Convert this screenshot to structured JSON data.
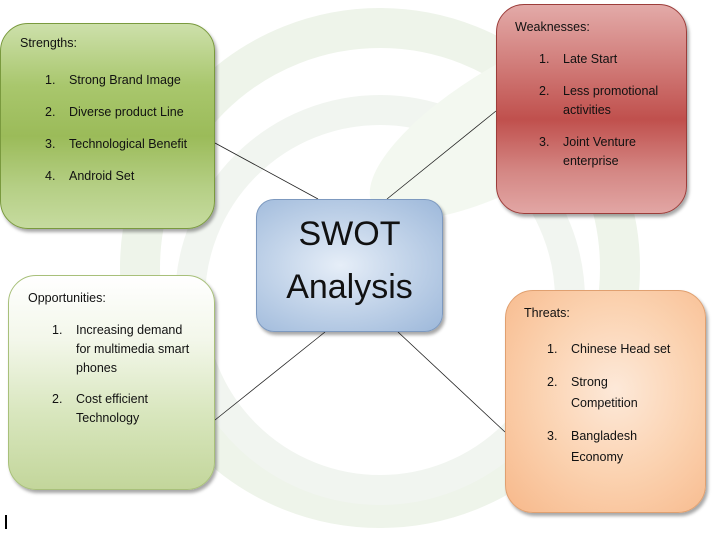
{
  "center": {
    "line1": "SWOT",
    "line2": "Analysis"
  },
  "strengths": {
    "title": "Strengths:",
    "items": [
      {
        "num": "1.",
        "text": "Strong Brand Image"
      },
      {
        "num": "2.",
        "text": "Diverse product  Line"
      },
      {
        "num": "3.",
        "text": "Technological Benefit"
      },
      {
        "num": "4.",
        "text": "Android Set"
      }
    ]
  },
  "weaknesses": {
    "title": "Weaknesses:",
    "items": [
      {
        "num": "1.",
        "text": "Late Start"
      },
      {
        "num": "2.",
        "text": "Less promotional activities"
      },
      {
        "num": "3.",
        "text": "Joint Venture enterprise"
      }
    ]
  },
  "opportunities": {
    "title": "Opportunities:",
    "items": [
      {
        "num": "1.",
        "text": "Increasing demand for multimedia smart phones"
      },
      {
        "num": "2.",
        "text": "Cost efficient Technology"
      }
    ]
  },
  "threats": {
    "title": "Threats:",
    "items": [
      {
        "num": "1.",
        "text": "Chinese Head set"
      },
      {
        "num": "2.",
        "text": "Strong Competition"
      },
      {
        "num": "3.",
        "text": "Bangladesh Economy"
      }
    ]
  },
  "colors": {
    "strengths": "#9bbb59",
    "weaknesses": "#c0504d",
    "center": "#a7c0de",
    "opportunities": "#c3d69b",
    "threats": "#fac090"
  }
}
